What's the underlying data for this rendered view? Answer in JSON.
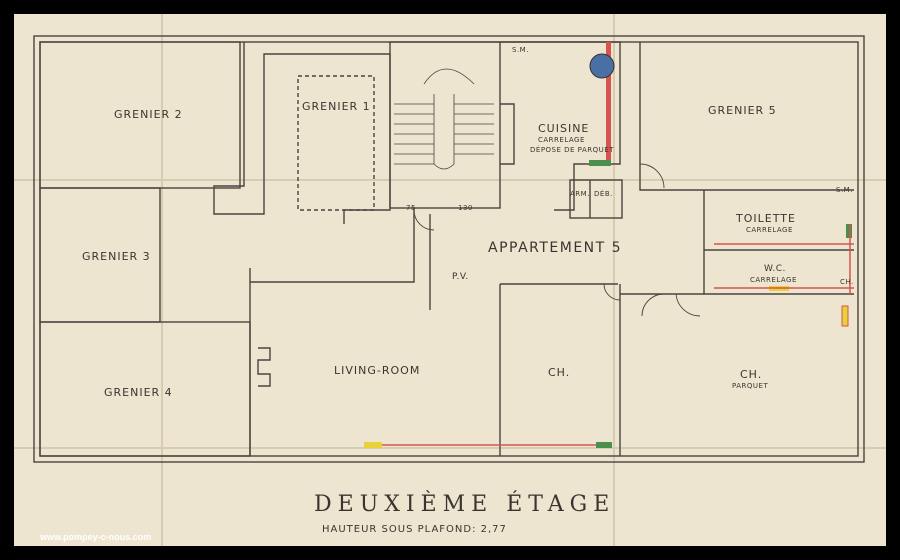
{
  "rooms": {
    "grenier_2": "GRENIER 2",
    "grenier_1": "GRENIER 1",
    "grenier_3": "GRENIER 3",
    "grenier_4": "GRENIER 4",
    "grenier_5": "GRENIER 5",
    "cuisine": "CUISINE",
    "cuisine_floor": "CARRELAGE",
    "cuisine_note": "DÉPOSE DE PARQUET",
    "toilette": "TOILETTE",
    "toilette_floor": "CARRELAGE",
    "wc": "W.C.",
    "wc_floor": "CARRELAGE",
    "living_room": "LIVING-ROOM",
    "chambre_1": "CH.",
    "chambre_2": "CH.",
    "chambre_2_floor": "PARQUET",
    "armoire": "ARM.",
    "debarras": "DÉB.",
    "pv": "P.V.",
    "appartement": "APPARTEMENT 5"
  },
  "annotations": {
    "dim_left": "75",
    "dim_right": "130",
    "sm_top": "S.M.",
    "sm_right": "S.M.",
    "ch_small": "CH."
  },
  "title": "DEUXIÈME ÉTAGE",
  "subtitle": "HAUTEUR SOUS PLAFOND: 2,77",
  "watermark": "www.pompey-c-nous.com",
  "colors": {
    "paper": "#ede5cf",
    "ink": "#3a3530",
    "accent_red": "#d9534f",
    "accent_yellow": "#e8d23a",
    "accent_green": "#4c8f4c"
  }
}
